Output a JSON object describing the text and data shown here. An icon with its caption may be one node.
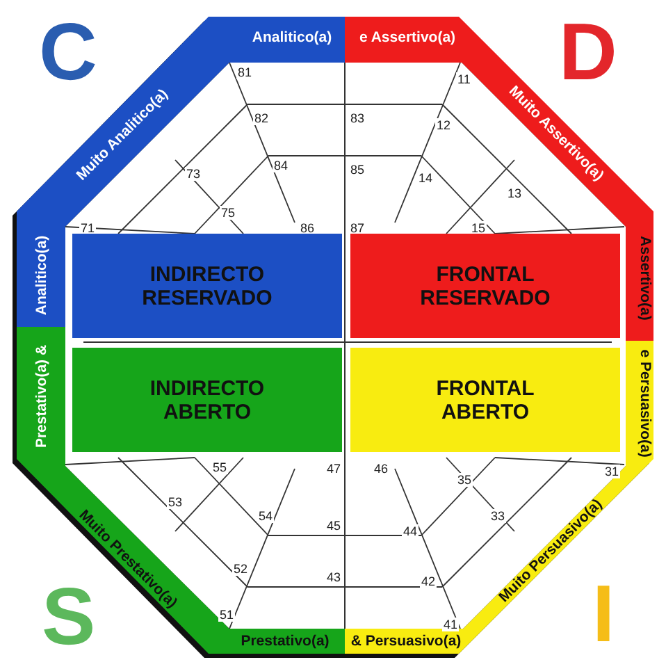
{
  "diagram": {
    "nodes": [
      {
        "text": [
          "INDIRECTO RESERVADO"
        ]
      },
      {
        "text": [
          "FRONTAL RESERVADO"
        ]
      },
      {
        "text": [
          "INDIRECTO ABERTO"
        ]
      },
      {
        "text": [
          "FRONTAL ABERTO"
        ]
      }
    ],
    "labels": [
      "C",
      "Analitico(a)",
      "e Assertivo(a)",
      "D",
      "Muito Analitico(a)",
      "Muito Assertivo(a)",
      "81",
      "11",
      "82",
      "83",
      "12",
      "84",
      "85",
      "73",
      "14",
      "13",
      "75",
      "71",
      "86",
      "87",
      "15",
      "Analitico(a)",
      "Prestativo(a) &",
      "Assertivo(a)",
      "e Persuasivo(a)",
      "55",
      "47",
      "46",
      "35",
      "31",
      "53",
      "54",
      "33",
      "45",
      "44",
      "52",
      "43",
      "42",
      "51",
      "41",
      "Muito Prestativo(a)",
      "Muito Persuasivo(a)",
      "S",
      "Prestativo(a)",
      "& Persuasivo(a)",
      "I"
    ]
  }
}
